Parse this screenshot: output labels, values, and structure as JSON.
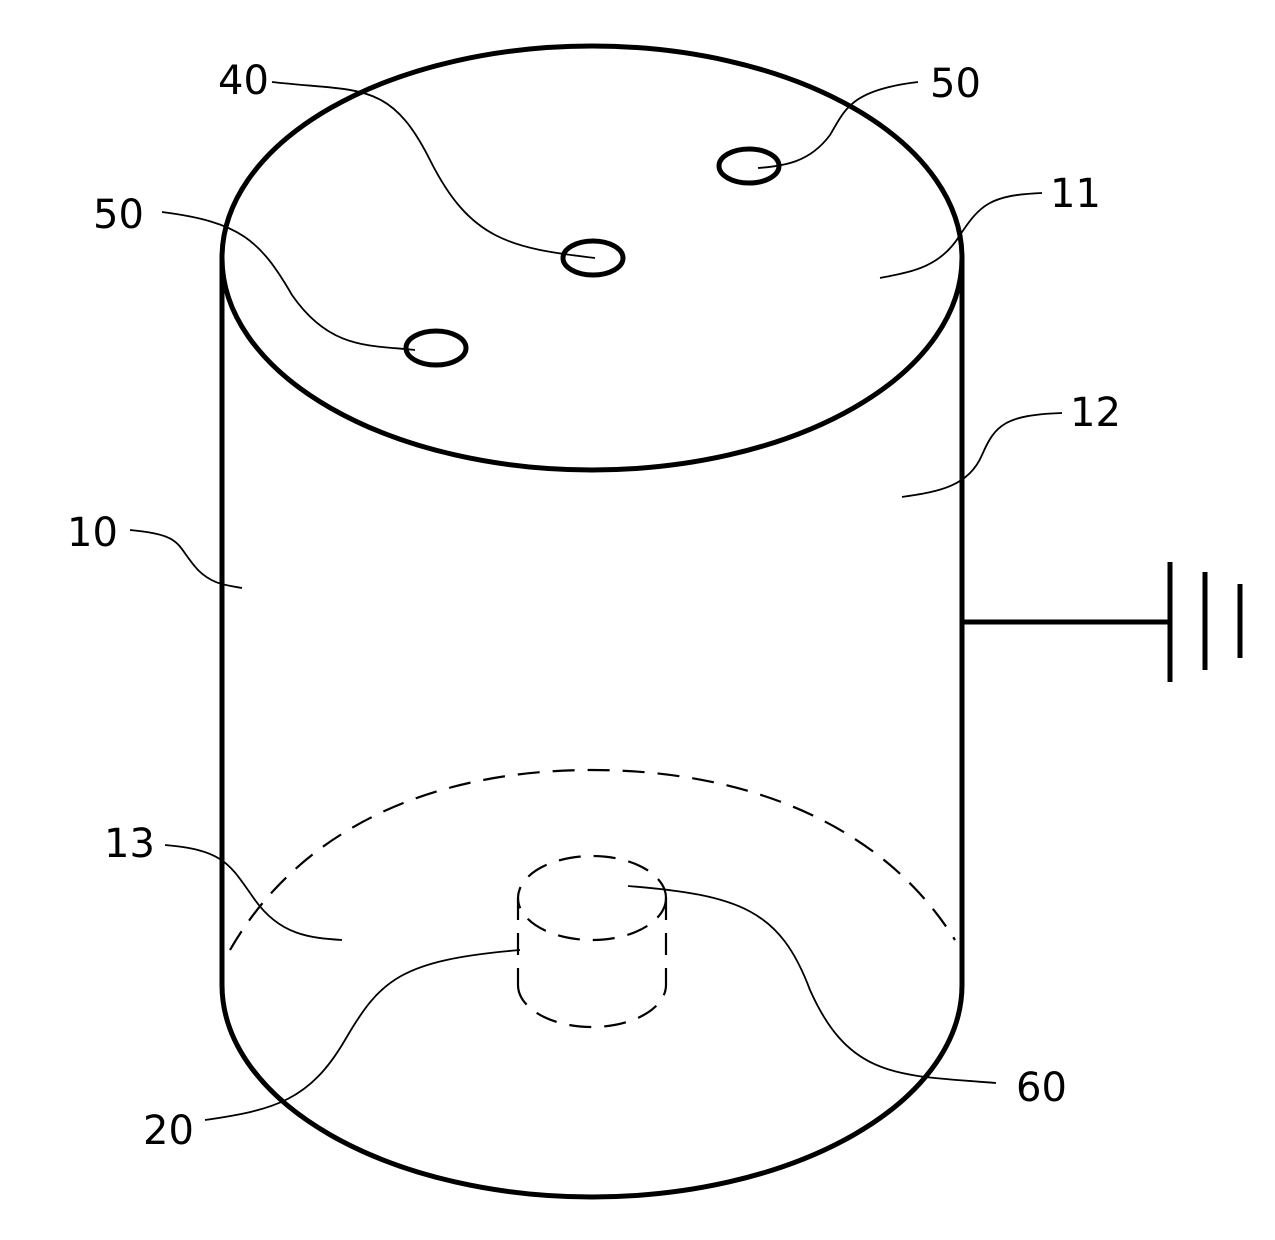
{
  "figure": {
    "labels": {
      "vessel": "10",
      "top_surface": "11",
      "side_wall": "12",
      "bottom_surface": "13",
      "center_stub": "20",
      "center_hole": "40",
      "hole_left": "50",
      "hole_right": "50",
      "stub_top": "60"
    }
  }
}
